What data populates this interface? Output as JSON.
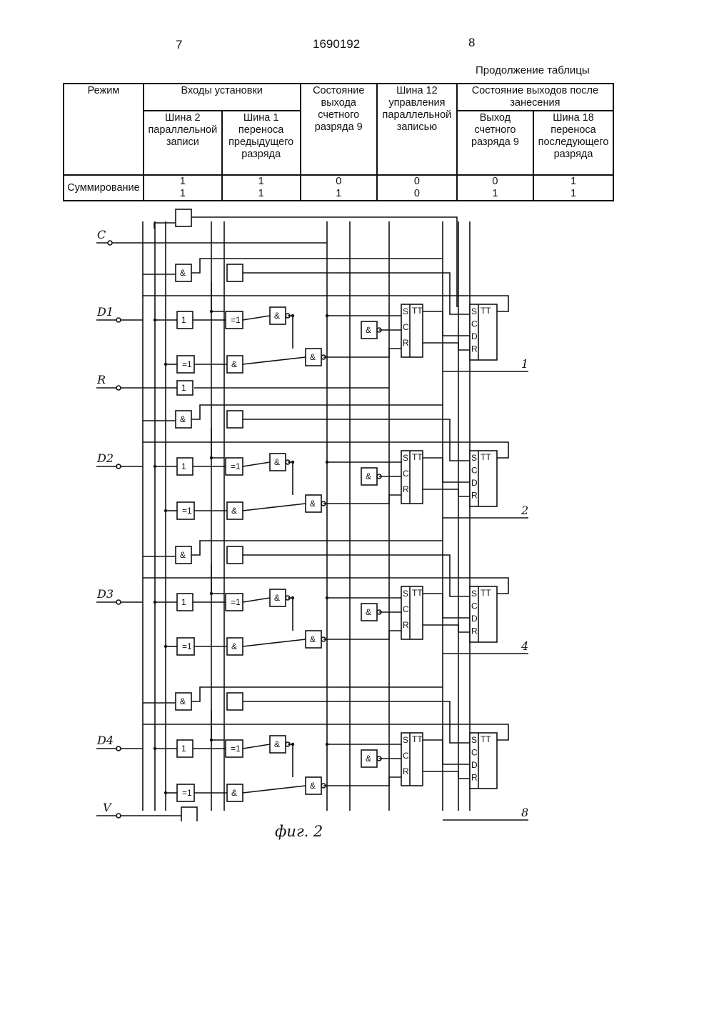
{
  "header": {
    "page_left": "7",
    "patent_number": "1690192",
    "page_right": "8"
  },
  "table_title": "Продолжение таблицы",
  "table": {
    "col_mode": "Режим",
    "col_inputs": "Входы установки",
    "col_inputs_bus2": "Шина 2 параллельной записи",
    "col_inputs_bus1": "Шина 1 переноса предыдущего разряда",
    "col_state": "Состояние выхода счетного разряда 9",
    "col_bus12": "Шина 12 управления параллельной записью",
    "col_outputs": "Состояние выходов после занесения",
    "col_out_counter": "Выход счетного разряда 9",
    "col_out_bus18": "Шина 18 переноса последующего разряда",
    "row_label": "Суммирование",
    "rows": [
      [
        "1",
        "1",
        "0",
        "0",
        "0",
        "1"
      ],
      [
        "1",
        "1",
        "1",
        "0",
        "1",
        "1"
      ]
    ]
  },
  "figure": {
    "inputs": [
      "C",
      "D1",
      "R",
      "D2",
      "D3",
      "D4",
      "V"
    ],
    "outputs": [
      "1",
      "2",
      "4",
      "8"
    ],
    "gate_labels": {
      "and": "&",
      "or": "1",
      "xor": "=1",
      "ff": "TT",
      "s": "S",
      "c": "C",
      "r": "R",
      "d": "D"
    },
    "caption": "фиг. 2"
  }
}
